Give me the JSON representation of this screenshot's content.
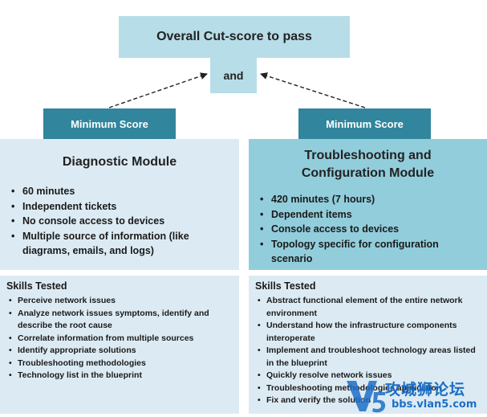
{
  "top": {
    "title": "Overall Cut-score to pass",
    "connector": "and"
  },
  "left": {
    "min_score": "Minimum Score",
    "module_title": "Diagnostic Module",
    "facts": [
      "60 minutes",
      "Independent tickets",
      "No console access to devices",
      "Multiple source of information (like diagrams, emails, and logs)"
    ],
    "skills_title": "Skills Tested",
    "skills": [
      "Perceive network issues",
      "Analyze network issues symptoms, identify and describe the root cause",
      "Correlate information from multiple sources",
      "Identify appropriate solutions",
      "Troubleshooting methodologies",
      "Technology list in the blueprint"
    ]
  },
  "right": {
    "min_score": "Minimum Score",
    "module_title_line1": "Troubleshooting and",
    "module_title_line2": "Configuration Module",
    "facts": [
      "420 minutes (7 hours)",
      "Dependent items",
      "Console access to devices",
      "Topology specific for configuration scenario"
    ],
    "skills_title": "Skills Tested",
    "skills": [
      "Abstract functional element of the entire network environment",
      "Understand how the infrastructure components interoperate",
      "Implement and troubleshoot technology areas listed in the blueprint",
      "Quickly resolve network issues",
      "Troubleshooting methodologies application",
      "Fix and verify the solution"
    ]
  },
  "watermark": {
    "text": "攻城狮论坛",
    "url": "bbs.vlan5.com"
  },
  "colors": {
    "light_box": "#b7dde8",
    "dark_header": "#31859c",
    "pale_panel": "#dcebf3",
    "medium_panel": "#92cddc",
    "watermark_blue": "#1d6fc7"
  }
}
